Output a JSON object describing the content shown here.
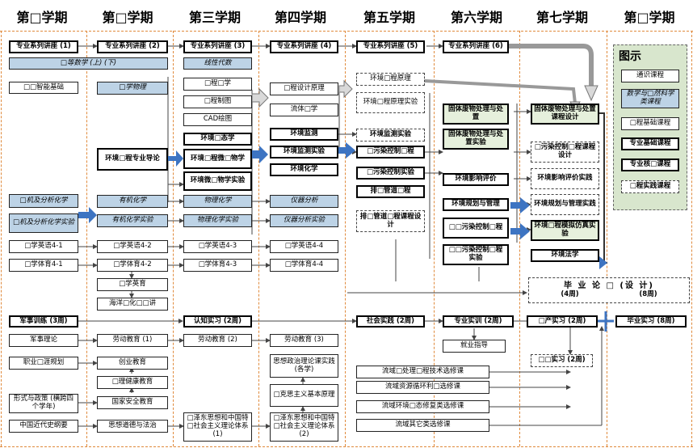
{
  "headers": [
    "第□学期",
    "第□学期",
    "第三学期",
    "第四学期",
    "第五学期",
    "第六学期",
    "第七学期",
    "第□学期"
  ],
  "legend": {
    "title": "图示",
    "general": "通识课程",
    "math": "数学与□然科学类课程",
    "basic": "□程基础课程",
    "major_basic": "专业基础课程",
    "major_core": "专业核□课程",
    "practice": "□程实践课程"
  },
  "nodes": {
    "s1_series": "专业系列讲座 (1)",
    "s2_series": "专业系列讲座 (2)",
    "s3_series": "专业系列讲座 (3)",
    "s4_series": "专业系列讲座 (4)",
    "s5_series": "专业系列讲座 (5)",
    "s6_series": "专业系列讲座 (6)",
    "math": "□等数学 (上) (下)",
    "linear": "线性代数",
    "ai": "□□智能基础",
    "physics": "□学物理",
    "mech": "□程□学",
    "drawing": "□程制图",
    "cad": "CAD绘图",
    "design_principle": "□程设计原理",
    "fluid": "流体□学",
    "env_principle": "环境□程原理",
    "env_principle_exp": "环境□程原理实验",
    "solid_waste": "固体废物处理与处置",
    "solid_waste_exp": "固体废物处理与处置实验",
    "solid_waste_design": "固体废物处理与处置课程设计",
    "intro": "环境□程专业导论",
    "env_chem": "环境□态学",
    "micro": "环境□程微□物学",
    "micro_exp": "环境微□物学实验",
    "monitor": "环境监测",
    "monitor_exp": "环境监测实验",
    "monitor_exp2": "环境监测实验",
    "env_chemistry": "环境化学",
    "pollution": "□污染控制□程",
    "pollution_exp": "□污染控制实验",
    "pollution_design": "□污染控制□程课程设计",
    "drain": "排□管道□程",
    "drain_design": "排□管道□程课程设计",
    "eia": "环境影响评价",
    "eia_practice": "环境影响评价实践",
    "planning": "环境规划与管理",
    "planning_practice": "环境规划与管理实践",
    "air": "□□污染控制□程",
    "air_exp": "□□污染控制□程实验",
    "sim": "环境□程模拟仿真实验",
    "law": "环境法学",
    "inorg": "□机及分析化学",
    "inorg_exp": "□机及分析化学实验",
    "org": "有机化学",
    "org_exp": "有机化学实验",
    "phys_chem": "物理化学",
    "phys_chem_exp": "物理化学实验",
    "instr": "仪器分析",
    "instr_exp": "仪器分析实验",
    "eng1": "□学英语4-1",
    "eng2": "□学英语4-2",
    "eng3": "□学英语4-3",
    "eng4": "□学英语4-4",
    "pe1": "□学体育4-1",
    "pe2": "□学体育4-2",
    "pe3": "□学体育4-3",
    "pe4": "□学体育4-4",
    "eng_extra": "□学英育",
    "ocean": "海洋□化□□讲",
    "thesis_a": "毕 业 论 □ (设 计)",
    "thesis_b": "(4周)",
    "thesis_c": "(8周)",
    "military": "军事训练 (3周)",
    "cognition": "认知实习 (2周)",
    "social": "社会实践 (2周)",
    "pro_practice": "专业实训 (2周)",
    "factory": "□产实习 (2周)",
    "grad": "毕业实习 (8周)",
    "mil_theory": "军事理论",
    "labor1": "劳动教育 (1)",
    "labor2": "劳动教育 (2)",
    "labor3": "劳动教育 (3)",
    "career": "职业□涯规划",
    "startup": "创业教育",
    "psych": "□理健康教育",
    "employ": "就业指导",
    "course_design": "□□实习 (2周)",
    "politics": "形式与政策 (横跨四个学年)",
    "security": "国家安全教育",
    "history": "中国近代史纲要",
    "morality": "思想道德与法治",
    "mao1": "□泽东思想和中国特□社会主义理论体系 (1)",
    "ideology": "思想政治理论课实践 (各学)",
    "marx": "□克思主义基本原理",
    "mao2": "□泽东思想和中国特□社会主义理论体系 (2)",
    "elective1": "流域□处理□程技术选修课",
    "elective2": "流域资源循环利□选修课",
    "elective3": "流域环境□态修复类选修课",
    "elective4": "流域其它类选修课"
  }
}
